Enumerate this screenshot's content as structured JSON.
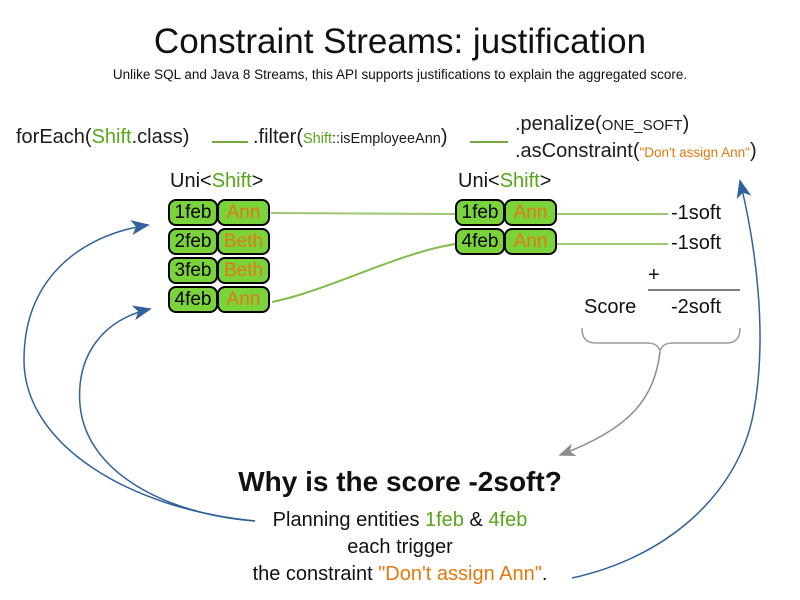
{
  "slide": {
    "title": "Constraint Streams: justification",
    "subtitle": "Unlike SQL and Java 8 Streams, this API supports justifications to explain the aggregated score."
  },
  "code": {
    "foreach": {
      "pre": "forEach(",
      "cls": "Shift",
      "post": ".class)"
    },
    "filter": {
      "pre": ".filter(",
      "arg_cls": "Shift",
      "arg_rest": "::isEmployeeAnn",
      "post": ")"
    },
    "penalize": {
      "pre": ".penalize(",
      "arg": "ONE_SOFT",
      "post": ")"
    },
    "as_constraint": {
      "pre": ".asConstraint(",
      "arg": "\"Don't assign Ann\"",
      "post": ")"
    }
  },
  "left_stream": {
    "label": {
      "pre": "Uni<",
      "cls": "Shift",
      "post": ">"
    },
    "rows": [
      {
        "date": "1feb",
        "employee": "Ann"
      },
      {
        "date": "2feb",
        "employee": "Beth"
      },
      {
        "date": "3feb",
        "employee": "Beth"
      },
      {
        "date": "4feb",
        "employee": "Ann"
      }
    ]
  },
  "right_stream": {
    "label": {
      "pre": "Uni<",
      "cls": "Shift",
      "post": ">"
    },
    "rows": [
      {
        "date": "1feb",
        "employee": "Ann"
      },
      {
        "date": "4feb",
        "employee": "Ann"
      }
    ]
  },
  "score_panel": {
    "penalty_rows": [
      "-1soft",
      "-1soft"
    ],
    "plus_sign": "+",
    "score_label": "Score",
    "score_value": "-2soft"
  },
  "explanation": {
    "heading": "Why is the score -2soft?",
    "line1": {
      "pre": "Planning entities ",
      "entity1": "1feb",
      "mid": " & ",
      "entity2": "4feb"
    },
    "line2": "each trigger",
    "line3": {
      "pre": "the constraint ",
      "constraint": "\"Don't assign Ann\"",
      "post": "."
    }
  },
  "colors": {
    "entity_box_green": "#7bd33c",
    "text_green": "#58a618",
    "text_orange": "#e2790f",
    "arrow_blue": "#31619c",
    "connector_light_green": "#9cc873",
    "connector_green": "#74a93c",
    "gray": "#999999"
  }
}
